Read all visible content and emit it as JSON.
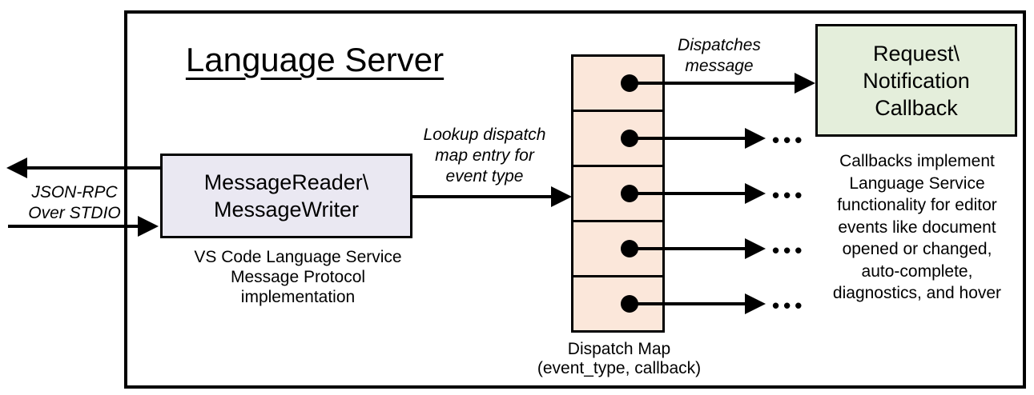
{
  "diagram": {
    "title": "Language Server",
    "stdio_label": {
      "line1": "JSON-RPC",
      "line2": "Over STDIO"
    },
    "reader_box": {
      "line1": "MessageReader\\",
      "line2": "MessageWriter"
    },
    "reader_caption": {
      "line1": "VS Code Language Service",
      "line2": "Message Protocol implementation"
    },
    "lookup_label": {
      "line1": "Lookup dispatch",
      "line2": "map entry for",
      "line3": "event type"
    },
    "dispatches_label": {
      "line1": "Dispatches",
      "line2": "message"
    },
    "callback_box": {
      "line1": "Request\\",
      "line2": "Notification",
      "line3": "Callback"
    },
    "dispatch_caption": {
      "line1": "Dispatch Map",
      "line2": "(event_type, callback)"
    },
    "callbacks_note": {
      "line1": "Callbacks implement",
      "line2": "Language Service",
      "line3": "functionality for editor",
      "line4": "events like document",
      "line5": "opened or changed,",
      "line6": "auto-complete,",
      "line7": "diagnostics, and hover"
    },
    "ellipsis": "•••",
    "colors": {
      "reader_fill": "#EAE8F2",
      "map_fill": "#FBE7DA",
      "callback_fill": "#E4EEDB",
      "stroke": "#000000"
    }
  }
}
